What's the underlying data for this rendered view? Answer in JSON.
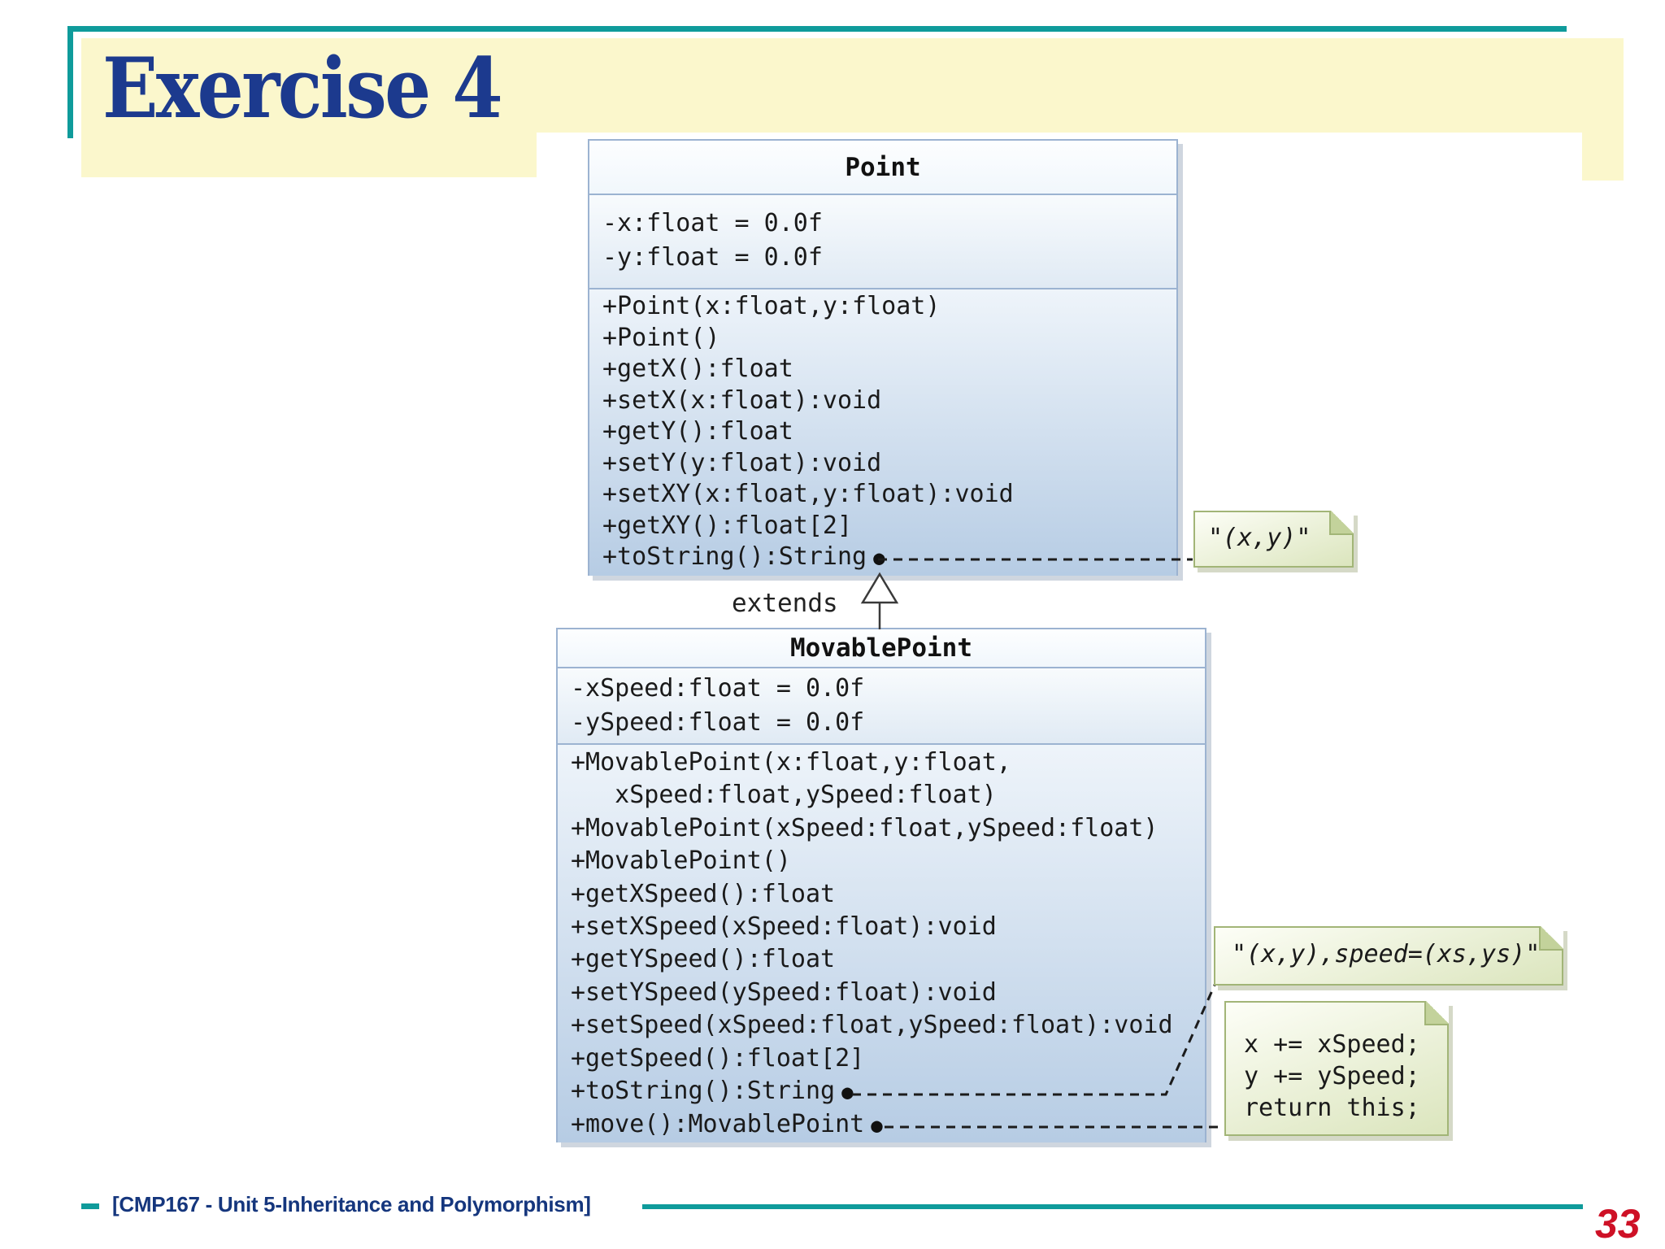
{
  "title": "Exercise 4",
  "relationship": {
    "extends_label": "extends"
  },
  "classes": [
    {
      "name": "Point",
      "attributes": [
        "-x:float = 0.0f",
        "-y:float = 0.0f"
      ],
      "methods": [
        "+Point(x:float,y:float)",
        "+Point()",
        "+getX():float",
        "+setX(x:float):void",
        "+getY():float",
        "+setY(y:float):void",
        "+setXY(x:float,y:float):void",
        "+getXY():float[2]",
        {
          "text": "+toString():String",
          "dot": true
        }
      ]
    },
    {
      "name": "MovablePoint",
      "attributes": [
        "-xSpeed:float = 0.0f",
        "-ySpeed:float = 0.0f"
      ],
      "methods": [
        "+MovablePoint(x:float,y:float,",
        "   xSpeed:float,ySpeed:float)",
        "+MovablePoint(xSpeed:float,ySpeed:float)",
        "+MovablePoint()",
        "+getXSpeed():float",
        "+setXSpeed(xSpeed:float):void",
        "+getYSpeed():float",
        "+setYSpeed(ySpeed:float):void",
        "+setSpeed(xSpeed:float,ySpeed:float):void",
        "+getSpeed():float[2]",
        {
          "text": "+toString():String",
          "dot": true
        },
        {
          "text": "+move():MovablePoint",
          "dot": true
        }
      ]
    }
  ],
  "notes": {
    "point_tostring": {
      "text": "\"(x,y)\""
    },
    "mp_tostring": {
      "text": "\"(x,y),speed=(xs,ys)\""
    },
    "mp_move": {
      "lines": [
        "x += xSpeed;",
        "y += ySpeed;",
        "return this;"
      ]
    }
  },
  "footer": {
    "course_label": "[CMP167 - Unit 5-Inheritance and Polymorphism]",
    "page_number": "33"
  },
  "colors": {
    "accent_teal": "#0f9b9b",
    "title_navy": "#1c3a8e",
    "banner_yellow": "#fbf7cc",
    "uml_border_blue": "#9cb3d1",
    "uml_fill_blue": "#b6cce4",
    "note_border_green": "#a2b577",
    "note_fill_green": "#dbe5bd",
    "page_number_red": "#ce1126"
  }
}
